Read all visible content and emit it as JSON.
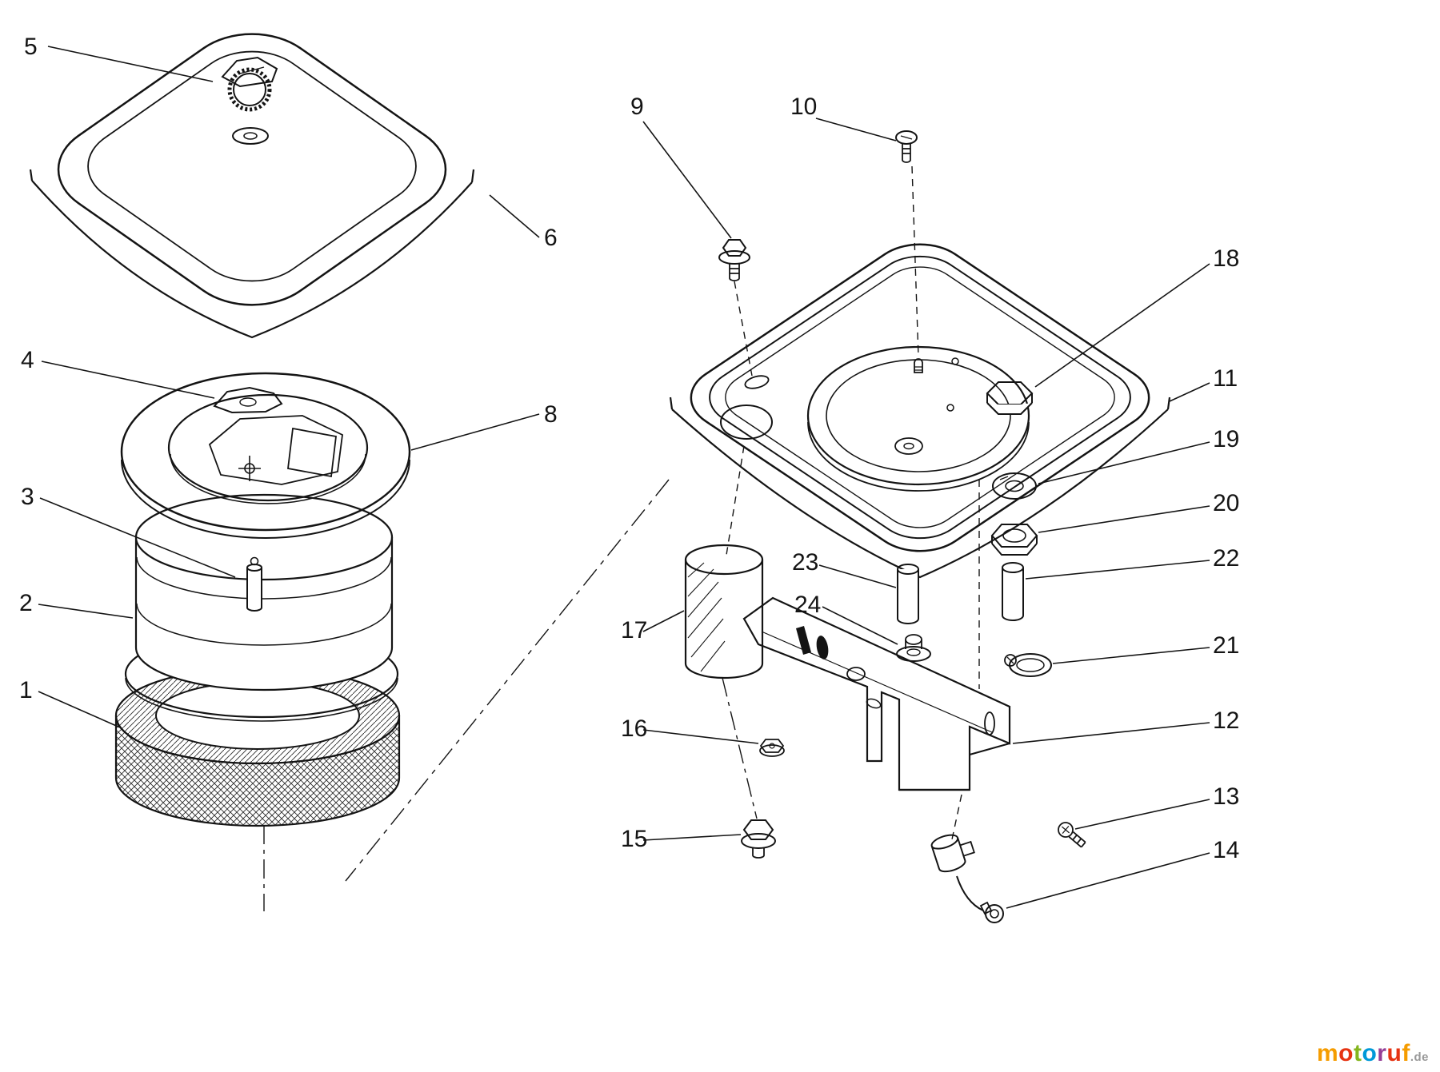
{
  "figure": {
    "callouts": [
      {
        "label": "5"
      },
      {
        "label": "6"
      },
      {
        "label": "4"
      },
      {
        "label": "3"
      },
      {
        "label": "2"
      },
      {
        "label": "1"
      },
      {
        "label": "8"
      },
      {
        "label": "9"
      },
      {
        "label": "10"
      },
      {
        "label": "18"
      },
      {
        "label": "11"
      },
      {
        "label": "19"
      },
      {
        "label": "20"
      },
      {
        "label": "22"
      },
      {
        "label": "23"
      },
      {
        "label": "24"
      },
      {
        "label": "21"
      },
      {
        "label": "17"
      },
      {
        "label": "16"
      },
      {
        "label": "12"
      },
      {
        "label": "15"
      },
      {
        "label": "13"
      },
      {
        "label": "14"
      }
    ]
  },
  "colors": {
    "line": "#141414",
    "background": "#ffffff"
  },
  "watermark": {
    "letters": [
      {
        "ch": "m",
        "style": "color:#f59c00"
      },
      {
        "ch": "o",
        "style": "color:#e63312"
      },
      {
        "ch": "t",
        "style": "color:#84b51e"
      },
      {
        "ch": "o",
        "style": "color:#0099d8"
      },
      {
        "ch": "r",
        "style": "color:#953d96"
      },
      {
        "ch": "u",
        "style": "color:#e63312"
      },
      {
        "ch": "f",
        "style": "color:#f59c00"
      }
    ],
    "suffix": ".de",
    "suffix_style": "color:#999999"
  }
}
